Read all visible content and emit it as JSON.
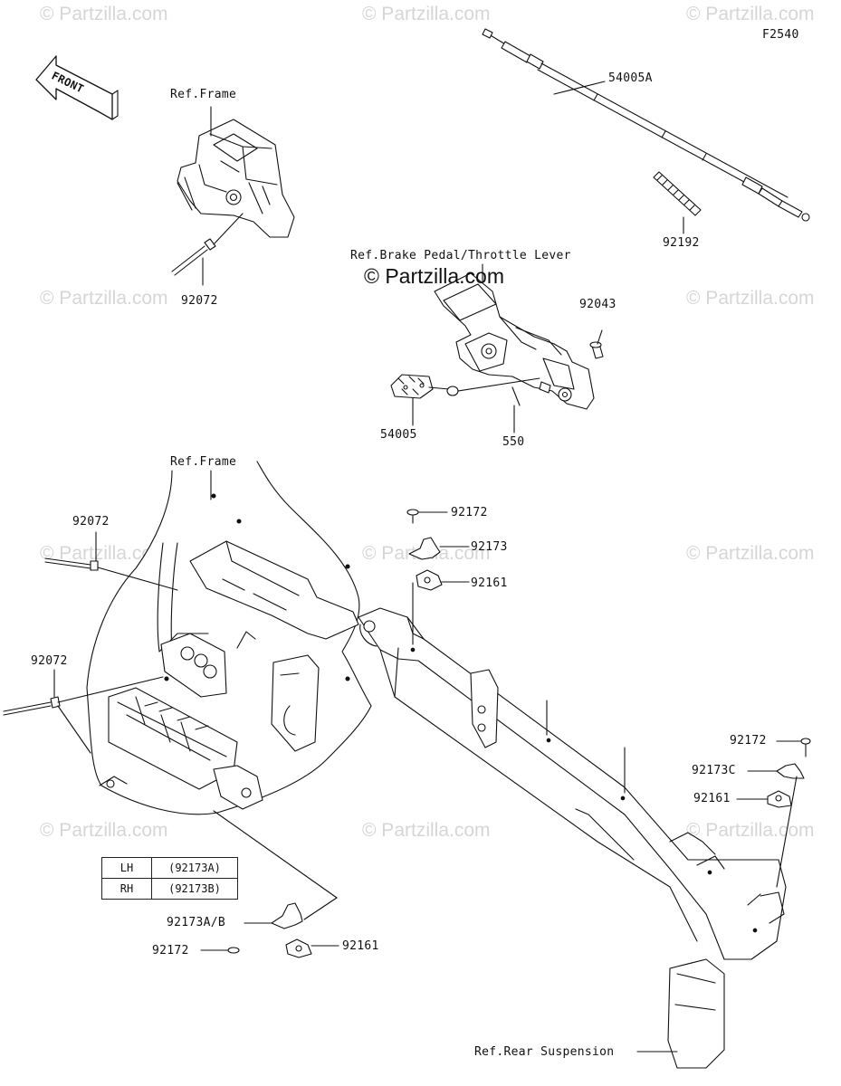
{
  "figure_code": "F2540",
  "front_label": "FRONT",
  "watermark": "© Partzilla.com",
  "center_watermark": "© Partzilla.com",
  "reference_labels": {
    "frame_top": "Ref.Frame",
    "brake_pedal": "Ref.Brake Pedal/Throttle Lever",
    "frame_lower": "Ref.Frame",
    "rear_suspension": "Ref.Rear Suspension"
  },
  "parts": {
    "cable_54005A": "54005A",
    "spring_92192": "92192",
    "clamp_92072_top": "92072",
    "pin_92043": "92043",
    "bracket_54005": "54005",
    "pin_550": "550",
    "screw_92172_mid": "92172",
    "clamp_92173_mid": "92173",
    "damper_92161_mid": "92161",
    "clamp_92072_left1": "92072",
    "clamp_92072_left2": "92072",
    "screw_92172_right": "92172",
    "clamp_92173C": "92173C",
    "damper_92161_right": "92161",
    "clamp_92173AB": "92173A/B",
    "screw_92172_low": "92172",
    "damper_92161_low": "92161"
  },
  "side_table": {
    "rows": [
      {
        "side": "LH",
        "part": "(92173A)"
      },
      {
        "side": "RH",
        "part": "(92173B)"
      }
    ]
  }
}
